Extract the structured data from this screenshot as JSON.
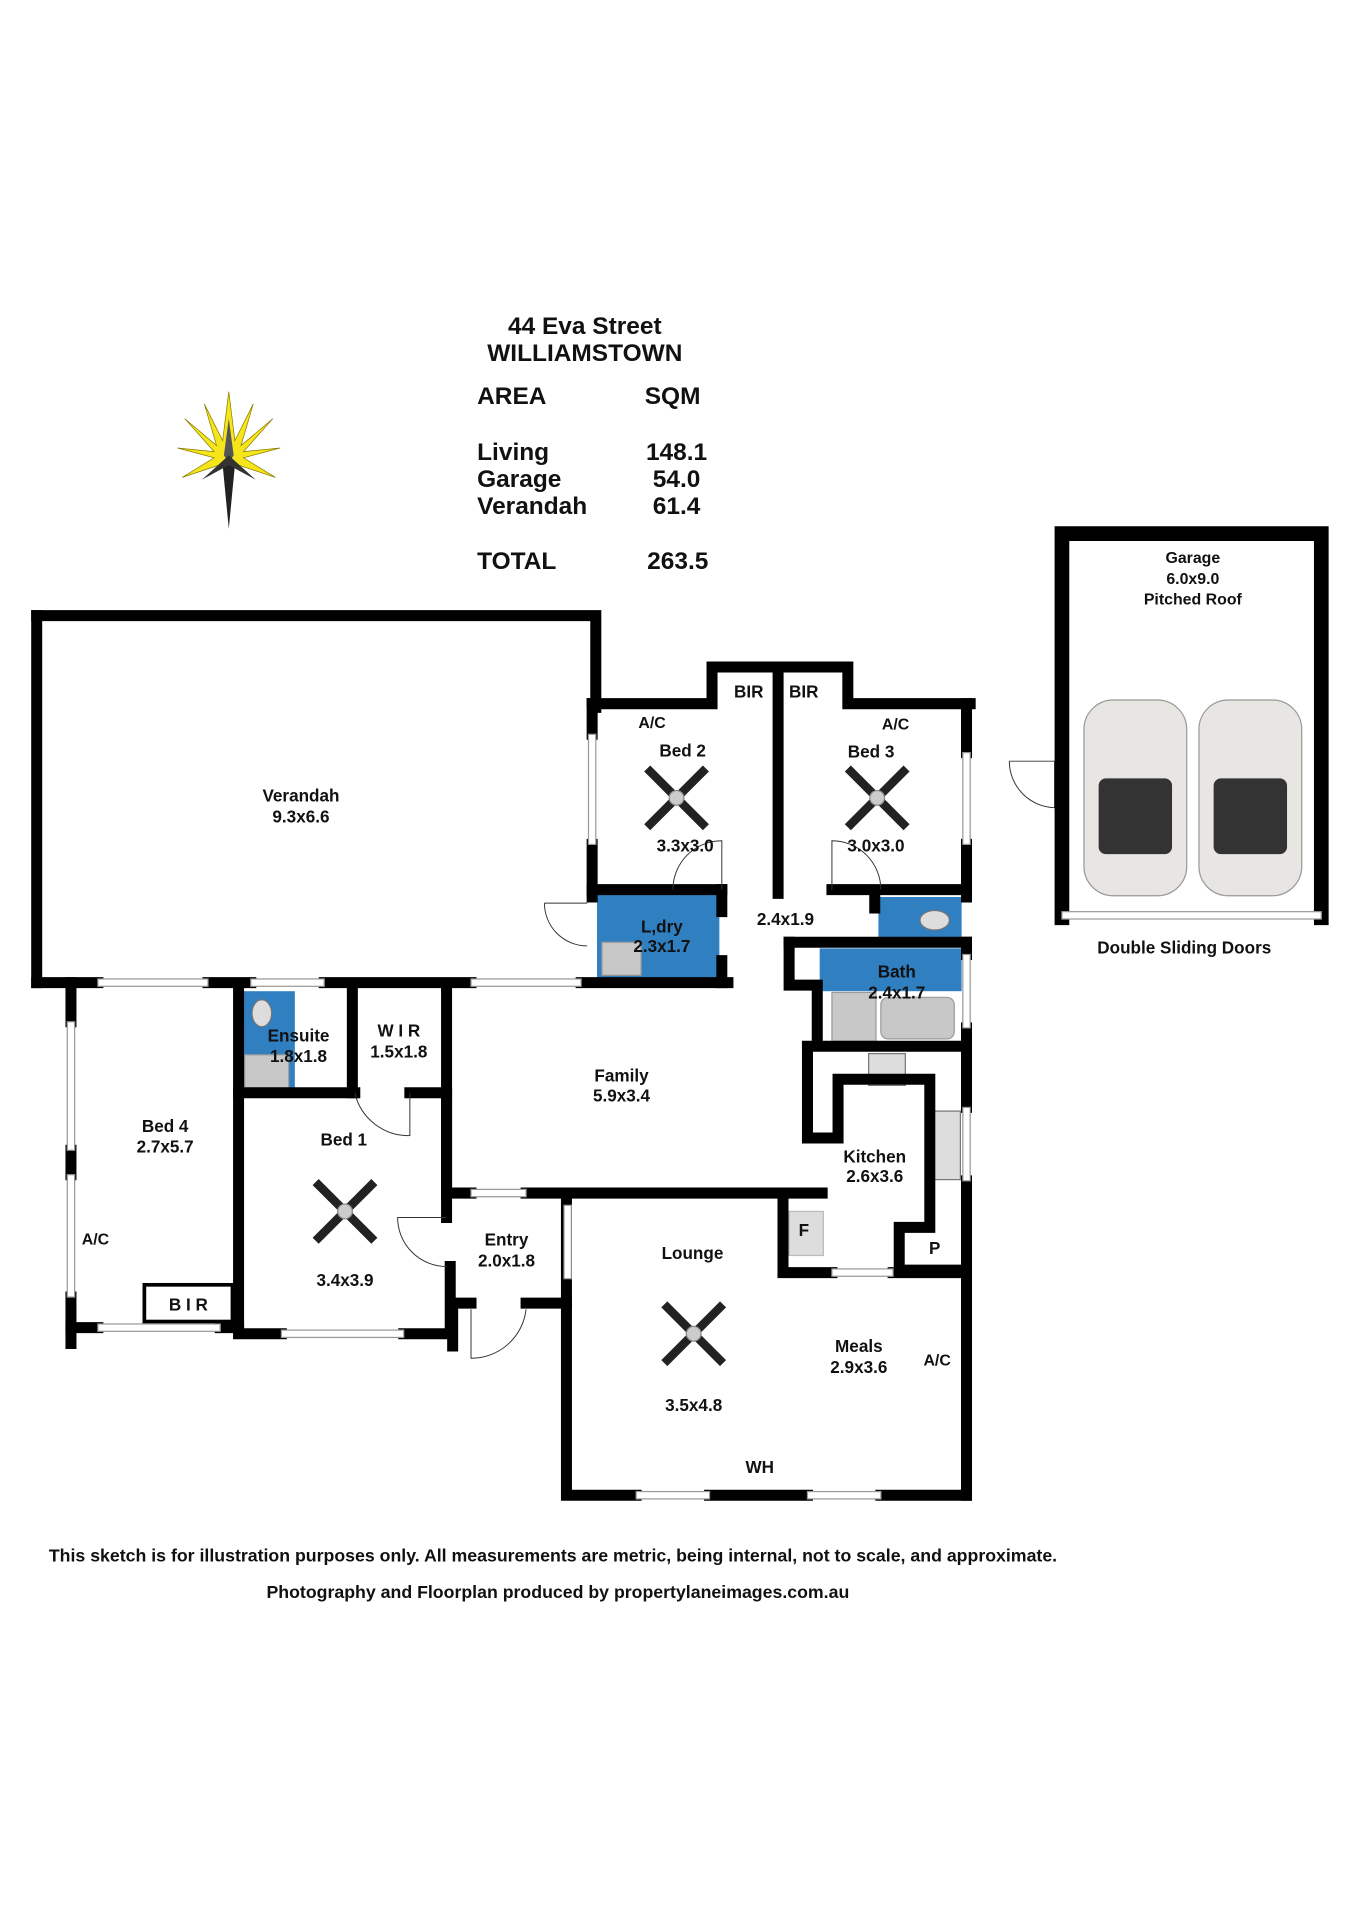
{
  "header": {
    "address": "44 Eva Street",
    "suburb": "WILLIAMSTOWN"
  },
  "area_table": {
    "col_area": "AREA",
    "col_sqm": "SQM",
    "rows": [
      {
        "label": "Living",
        "value": "148.1"
      },
      {
        "label": "Garage",
        "value": "54.0"
      },
      {
        "label": "Verandah",
        "value": "61.4"
      }
    ],
    "total_label": "TOTAL",
    "total_value": "263.5"
  },
  "rooms": {
    "verandah": {
      "name": "Verandah",
      "size": "9.3x6.6"
    },
    "bed2": {
      "name": "Bed 2",
      "size": "3.3x3.0",
      "ac": "A/C"
    },
    "bed3": {
      "name": "Bed 3",
      "size": "3.0x3.0",
      "ac": "A/C"
    },
    "bir_left": "BIR",
    "bir_right": "BIR",
    "laundry": {
      "name": "L,dry",
      "size": "2.3x1.7"
    },
    "hall": {
      "size": "2.4x1.9"
    },
    "bath": {
      "name": "Bath",
      "size": "2.4x1.7"
    },
    "ensuite": {
      "name": "Ensuite",
      "size": "1.8x1.8"
    },
    "wir": {
      "name": "W I R",
      "size": "1.5x1.8"
    },
    "family": {
      "name": "Family",
      "size": "5.9x3.4"
    },
    "kitchen": {
      "name": "Kitchen",
      "size": "2.6x3.6"
    },
    "bed4": {
      "name": "Bed 4",
      "size": "2.7x5.7",
      "ac": "A/C",
      "bir": "B I R"
    },
    "bed1": {
      "name": "Bed 1",
      "size": "3.4x3.9"
    },
    "entry": {
      "name": "Entry",
      "size": "2.0x1.8"
    },
    "lounge": {
      "name": "Lounge",
      "size": "3.5x4.8"
    },
    "meals": {
      "name": "Meals",
      "size": "2.9x3.6",
      "ac": "A/C"
    },
    "wh": "WH",
    "fridge": "F",
    "pantry": "P"
  },
  "garage": {
    "name": "Garage",
    "size": "6.0x9.0",
    "roof": "Pitched Roof",
    "doors": "Double Sliding Doors"
  },
  "footer": {
    "disclaimer": "This sketch is for illustration purposes only.  All measurements are metric, being internal, not to scale, and approximate.",
    "credit": "Photography and Floorplan produced by propertylaneimages.com.au"
  },
  "colors": {
    "wet_area": "#2f7fc1",
    "wall": "#000000",
    "compass": "#f5e51a"
  }
}
